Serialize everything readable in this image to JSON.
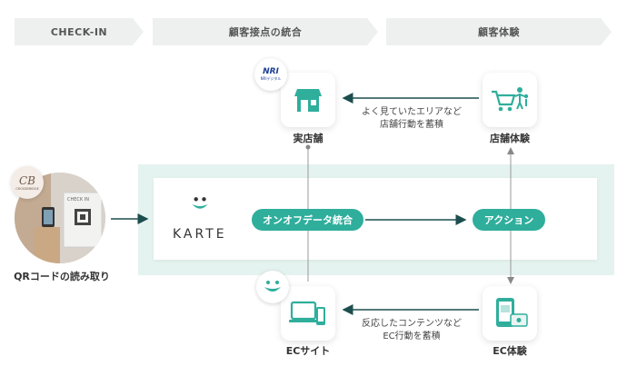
{
  "header": {
    "step1": "CHECK-IN",
    "step2": "顧客接点の統合",
    "step3": "顧客体験"
  },
  "nodes": {
    "store": "実店舗",
    "store_experience": "店舗体験",
    "ec_site": "ECサイト",
    "ec_experience": "EC体験",
    "qr": "QRコードの読み取り"
  },
  "flows": {
    "top_line1": "よく見ていたエリアなど",
    "top_line2": "店舗行動を蓄積",
    "bottom_line1": "反応したコンテンツなど",
    "bottom_line2": "EC行動を蓄積"
  },
  "center": {
    "logo": "KARTE",
    "integration": "オンオフデータ統合",
    "action": "アクション"
  },
  "badges": {
    "nri_title": "NRI",
    "nri_sub": "NRIデジタル",
    "brand_mark": "CB",
    "brand_sub": "CROSSBRIDGE",
    "qr_sign": "CHECK IN"
  },
  "colors": {
    "accent": "#2fae9c",
    "band": "#e5f3f0",
    "header": "#eef0f0"
  }
}
